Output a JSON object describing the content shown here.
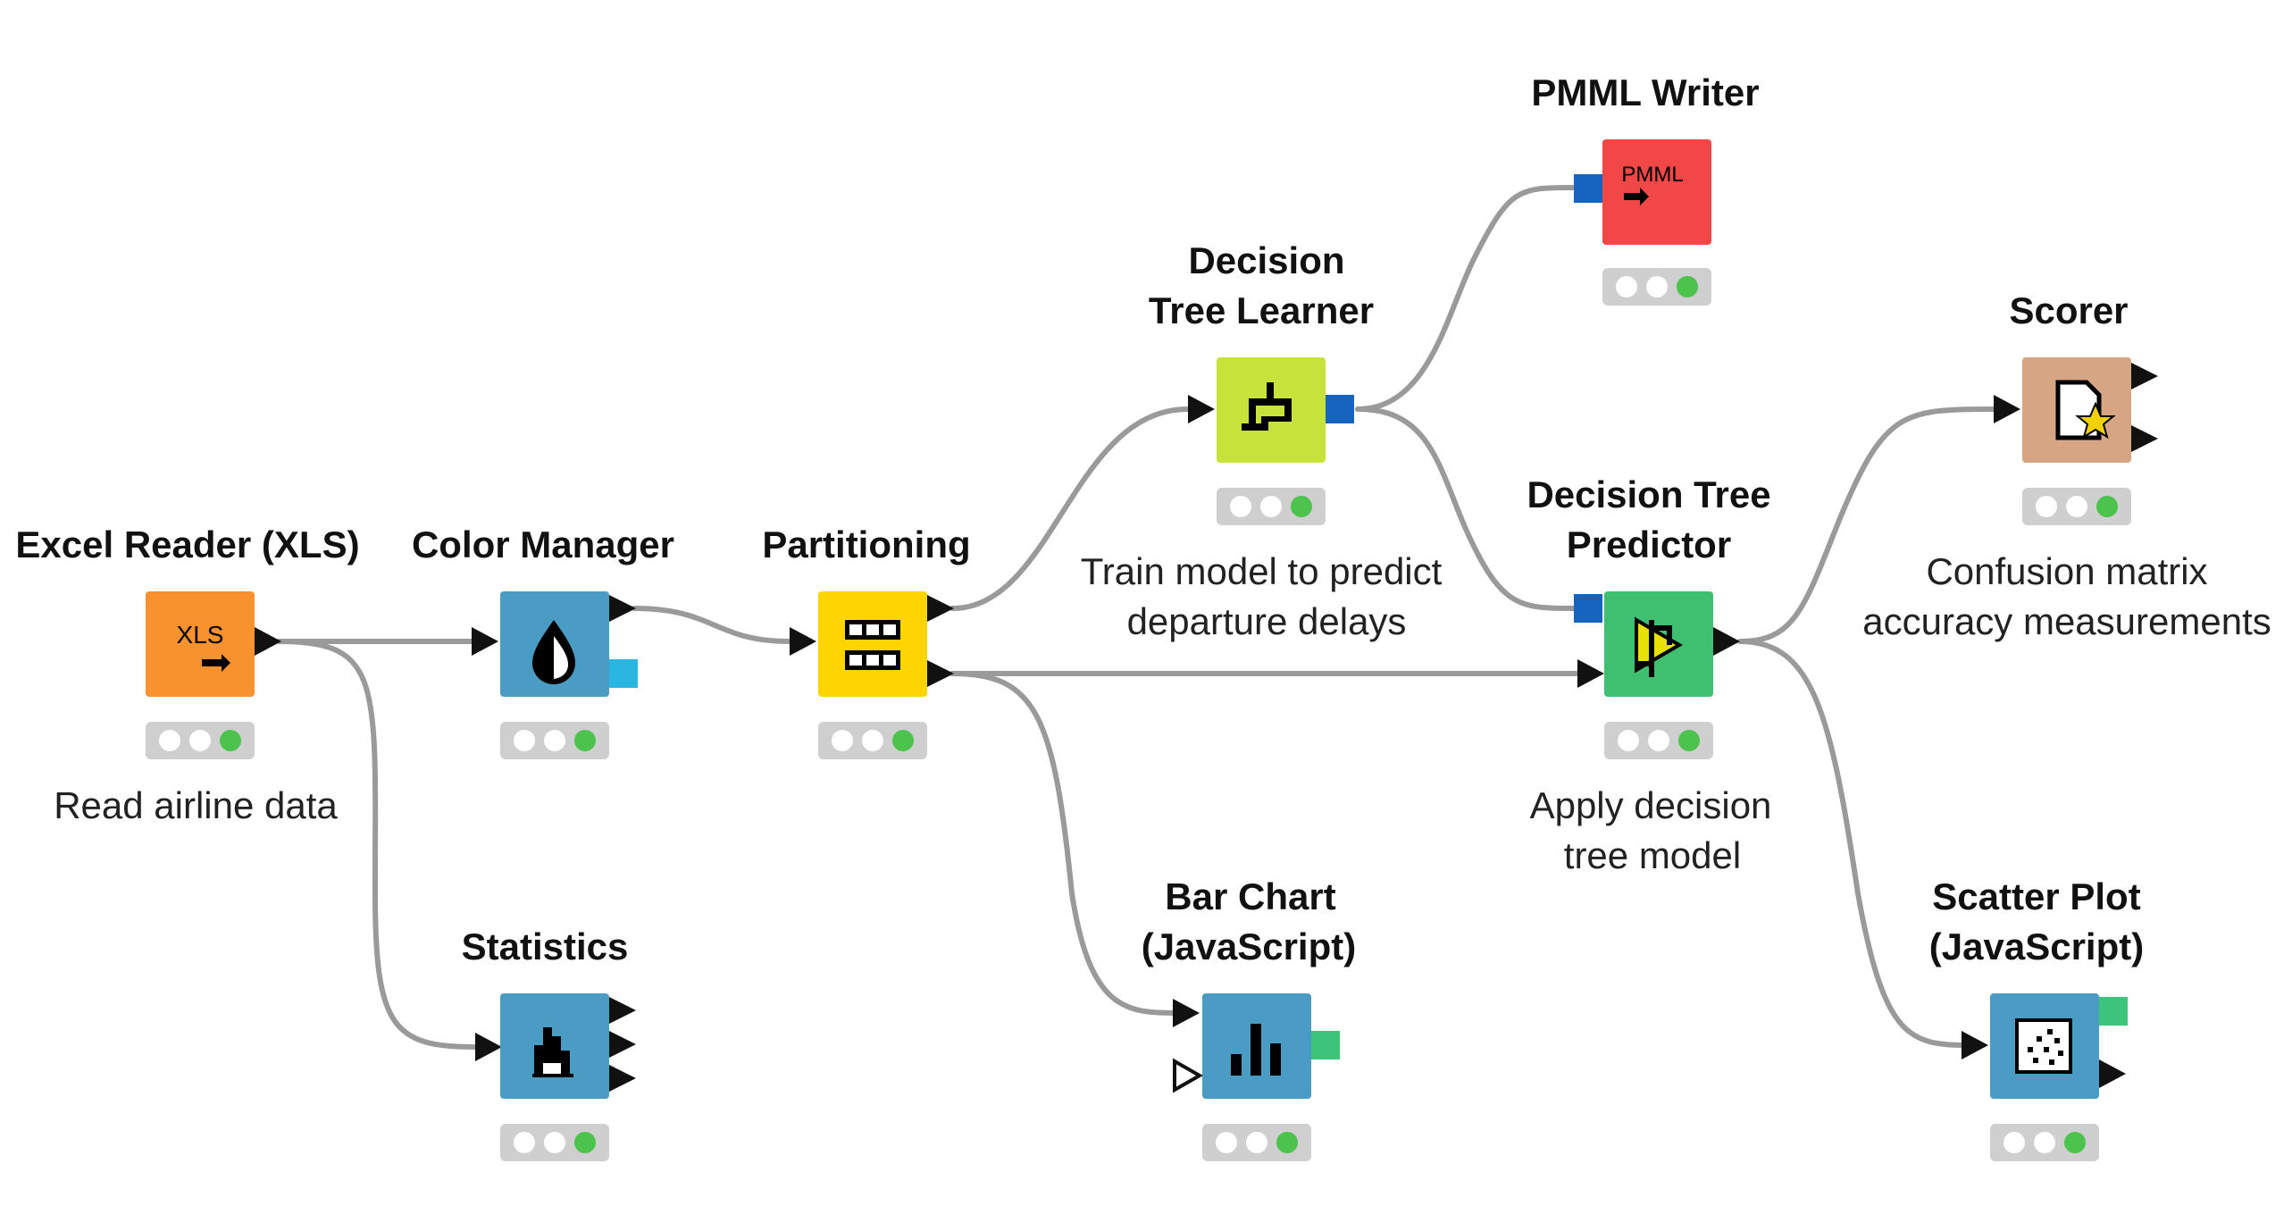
{
  "colors": {
    "excel_reader": "#F7922F",
    "manipulator_blue": "#4A9CC4",
    "partitioning": "#FFD400",
    "learner": "#C8E23C",
    "predictor": "#3FBF70",
    "writer": "#F24747",
    "scorer": "#D6A584",
    "model_port": "#1565C0",
    "table_port_square_cyan": "#29B6E0",
    "view_port_green": "#3CC57A",
    "status_green": "#4CC34C",
    "connection_gray": "#9A9A9A"
  },
  "nodes": {
    "excel_reader": {
      "title": "Excel Reader (XLS)",
      "icon_label": "XLS",
      "icon": "xls-arrow-icon",
      "annotation": "Read airline data"
    },
    "color_manager": {
      "title": "Color Manager",
      "icon": "droplet-icon"
    },
    "partitioning": {
      "title": "Partitioning",
      "icon": "partition-table-icon"
    },
    "statistics": {
      "title": "Statistics",
      "icon": "statistics-icon"
    },
    "decision_tree_learner": {
      "title_line1": "Decision",
      "title_line2": "Tree Learner",
      "icon": "tree-icon",
      "annotation_line1": "Train model to predict",
      "annotation_line2": "departure delays"
    },
    "pmml_writer": {
      "title": "PMML Writer",
      "icon_label": "PMML",
      "icon": "pmml-arrow-icon"
    },
    "decision_tree_predictor": {
      "title_line1": "Decision Tree",
      "title_line2": "Predictor",
      "icon": "predictor-icon",
      "annotation_line1": "Apply decision",
      "annotation_line2": "tree model"
    },
    "bar_chart": {
      "title_line1": "Bar Chart",
      "title_line2": "(JavaScript)",
      "icon": "bar-chart-icon"
    },
    "scorer": {
      "title": "Scorer",
      "icon": "scorer-document-star-icon",
      "annotation_line1": "Confusion matrix",
      "annotation_line2": "accuracy measurements"
    },
    "scatter_plot": {
      "title_line1": "Scatter Plot",
      "title_line2": "(JavaScript)",
      "icon": "scatter-plot-icon"
    }
  }
}
